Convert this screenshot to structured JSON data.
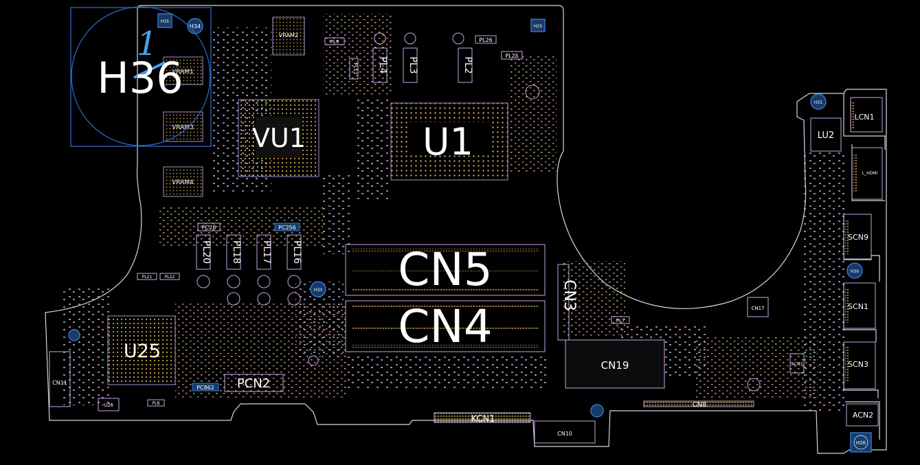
{
  "colors": {
    "background": "#000000",
    "outline": "#d8d8d8",
    "component_outline": "#c8a8e8",
    "pad_gold": "#c9a64a",
    "pad_pink": "#e8a0c8",
    "hole_blue": "#2f7bd8",
    "selection_blue": "#2f6fd4",
    "label": "#ffffff"
  },
  "labels": {
    "h36": "H36",
    "h36_marker": "1",
    "h35": "H35",
    "h34": "H34",
    "h25": "H25",
    "h31": "H31",
    "h33": "H33",
    "h30": "H30",
    "h26": "H26",
    "vram1": "VRAM1",
    "vram2": "VRAM2",
    "vram3": "VRAM3",
    "vram4": "VRAM4",
    "vu1": "VU1",
    "u1": "U1",
    "u25": "U25",
    "u26": "U26",
    "cn5": "CN5",
    "cn4": "CN4",
    "cn3": "CN3",
    "cn19": "CN19",
    "cn8": "CN8",
    "cn10": "CN10",
    "cn11": "CN11",
    "cn17": "CN17",
    "kcn1": "KCN1",
    "pcn2": "PCN2",
    "lcn1": "LCN1",
    "lu2": "LU2",
    "l_hdmi": "L_HDMI",
    "scn9": "SCN9",
    "scn1": "SCN1",
    "scn3": "SCN3",
    "acn2": "ACN2",
    "acn3": "ACN3",
    "pl2": "PL2",
    "pl3": "PL3",
    "pl4": "PL4",
    "pl7": "PL7",
    "pl8": "PL8",
    "pl9": "PL9",
    "pl11": "PL11",
    "pl16": "PL16",
    "pl17": "PL17",
    "pl18": "PL18",
    "pl20": "PL20",
    "pl21": "PL21",
    "pl22": "PL22",
    "pl25": "PL25",
    "pl26": "PL26",
    "pc28": "PC28",
    "pc256": "PC256",
    "pc862": "PC862"
  }
}
